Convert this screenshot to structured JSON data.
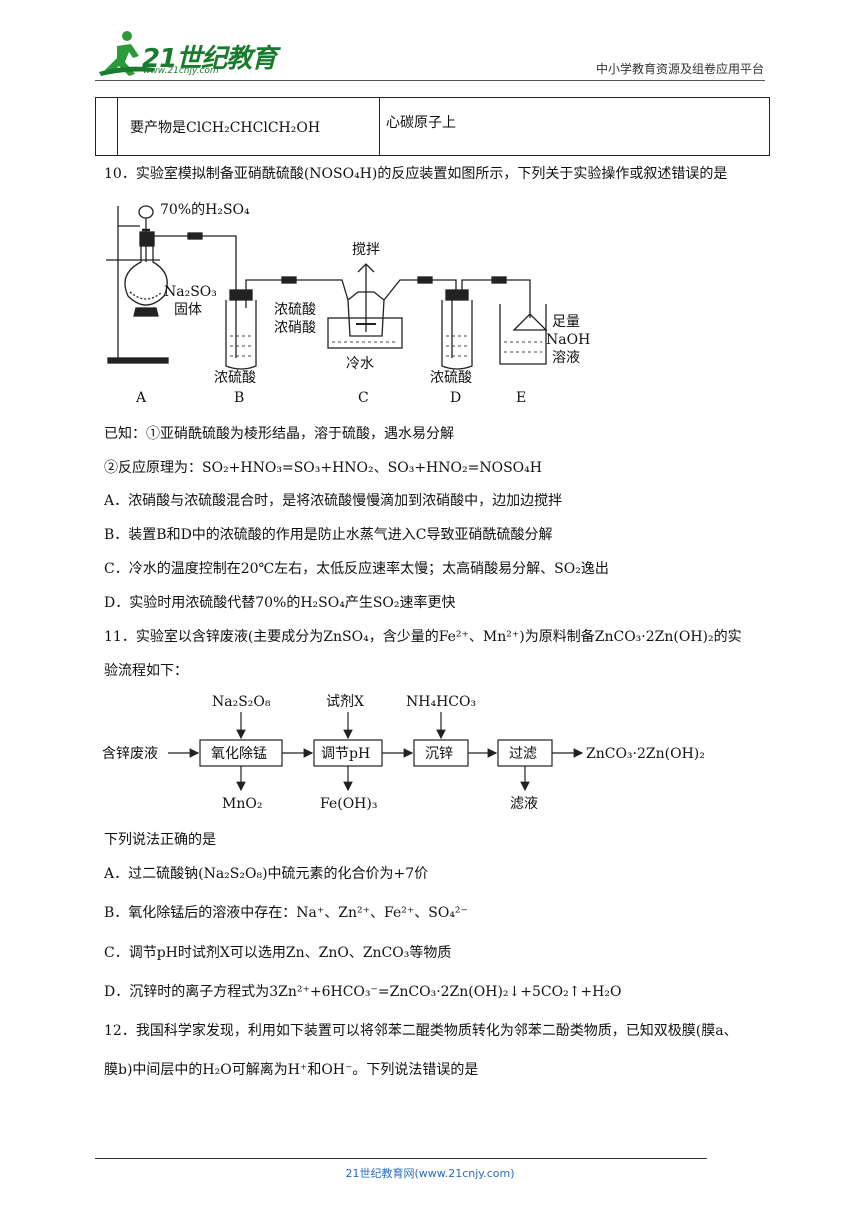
{
  "header": {
    "logo_text": "21世纪教育",
    "logo_url": "www.21cnjy.com",
    "right": "中小学教育资源及组卷应用平台"
  },
  "top_table": {
    "cell1": "要产物是ClCH₂CHClCH₂OH",
    "cell2": "心碳原子上"
  },
  "q10": {
    "stem": "10．实验室模拟制备亚硝酰硫酸(NOSO₄H)的反应装置如图所示，下列关于实验操作或叙述错误的是",
    "figure": {
      "acid_label": "70%的H₂SO₄",
      "solid_label_1": "Na₂SO₃",
      "solid_label_2": "固体",
      "stir_label": "搅拌",
      "mix_label_1": "浓硫酸",
      "mix_label_2": "浓硝酸",
      "cold_water": "冷水",
      "b_liquid": "浓硫酸",
      "d_liquid": "浓硫酸",
      "naoh_1": "足量",
      "naoh_2": "NaOH",
      "naoh_3": "溶液",
      "letters": [
        "A",
        "B",
        "C",
        "D",
        "E"
      ]
    },
    "known1": "已知：①亚硝酰硫酸为棱形结晶，溶于硫酸，遇水易分解",
    "known2": "②反应原理为：SO₂+HNO₃=SO₃+HNO₂、SO₃+HNO₂=NOSO₄H",
    "options": [
      "A．浓硝酸与浓硫酸混合时，是将浓硫酸慢慢滴加到浓硝酸中，边加边搅拌",
      "B．装置B和D中的浓硫酸的作用是防止水蒸气进入C导致亚硝酰硫酸分解",
      "C．冷水的温度控制在20℃左右，太低反应速率太慢；太高硝酸易分解、SO₂逸出",
      "D．实验时用浓硫酸代替70%的H₂SO₄产生SO₂速率更快"
    ]
  },
  "q11": {
    "stem1": "11．实验室以含锌废液(主要成分为ZnSO₄，含少量的Fe²⁺、Mn²⁺)为原料制备ZnCO₃·2Zn(OH)₂的实",
    "stem2": "验流程如下：",
    "flow": {
      "start": "含锌废液",
      "steps": [
        "氧化除锰",
        "调节pH",
        "沉锌",
        "过滤"
      ],
      "product": "ZnCO₃·2Zn(OH)₂",
      "inputs": [
        "Na₂S₂O₈",
        "试剂X",
        "NH₄HCO₃"
      ],
      "outputs": [
        "MnO₂",
        "Fe(OH)₃",
        "滤液"
      ]
    },
    "prompt": "下列说法正确的是",
    "options": [
      "A．过二硫酸钠(Na₂S₂O₈)中硫元素的化合价为+7价",
      "B．氧化除锰后的溶液中存在：Na⁺、Zn²⁺、Fe²⁺、SO₄²⁻",
      "C．调节pH时试剂X可以选用Zn、ZnO、ZnCO₃等物质",
      "D．沉锌时的离子方程式为3Zn²⁺+6HCO₃⁻=ZnCO₃·2Zn(OH)₂↓+5CO₂↑+H₂O"
    ]
  },
  "q12": {
    "stem1": "12．我国科学家发现，利用如下装置可以将邻苯二醌类物质转化为邻苯二酚类物质，已知双极膜(膜a、",
    "stem2": "膜b)中间层中的H₂O可解离为H⁺和OH⁻。下列说法错误的是"
  },
  "footer": "21世纪教育网(www.21cnjy.com)"
}
